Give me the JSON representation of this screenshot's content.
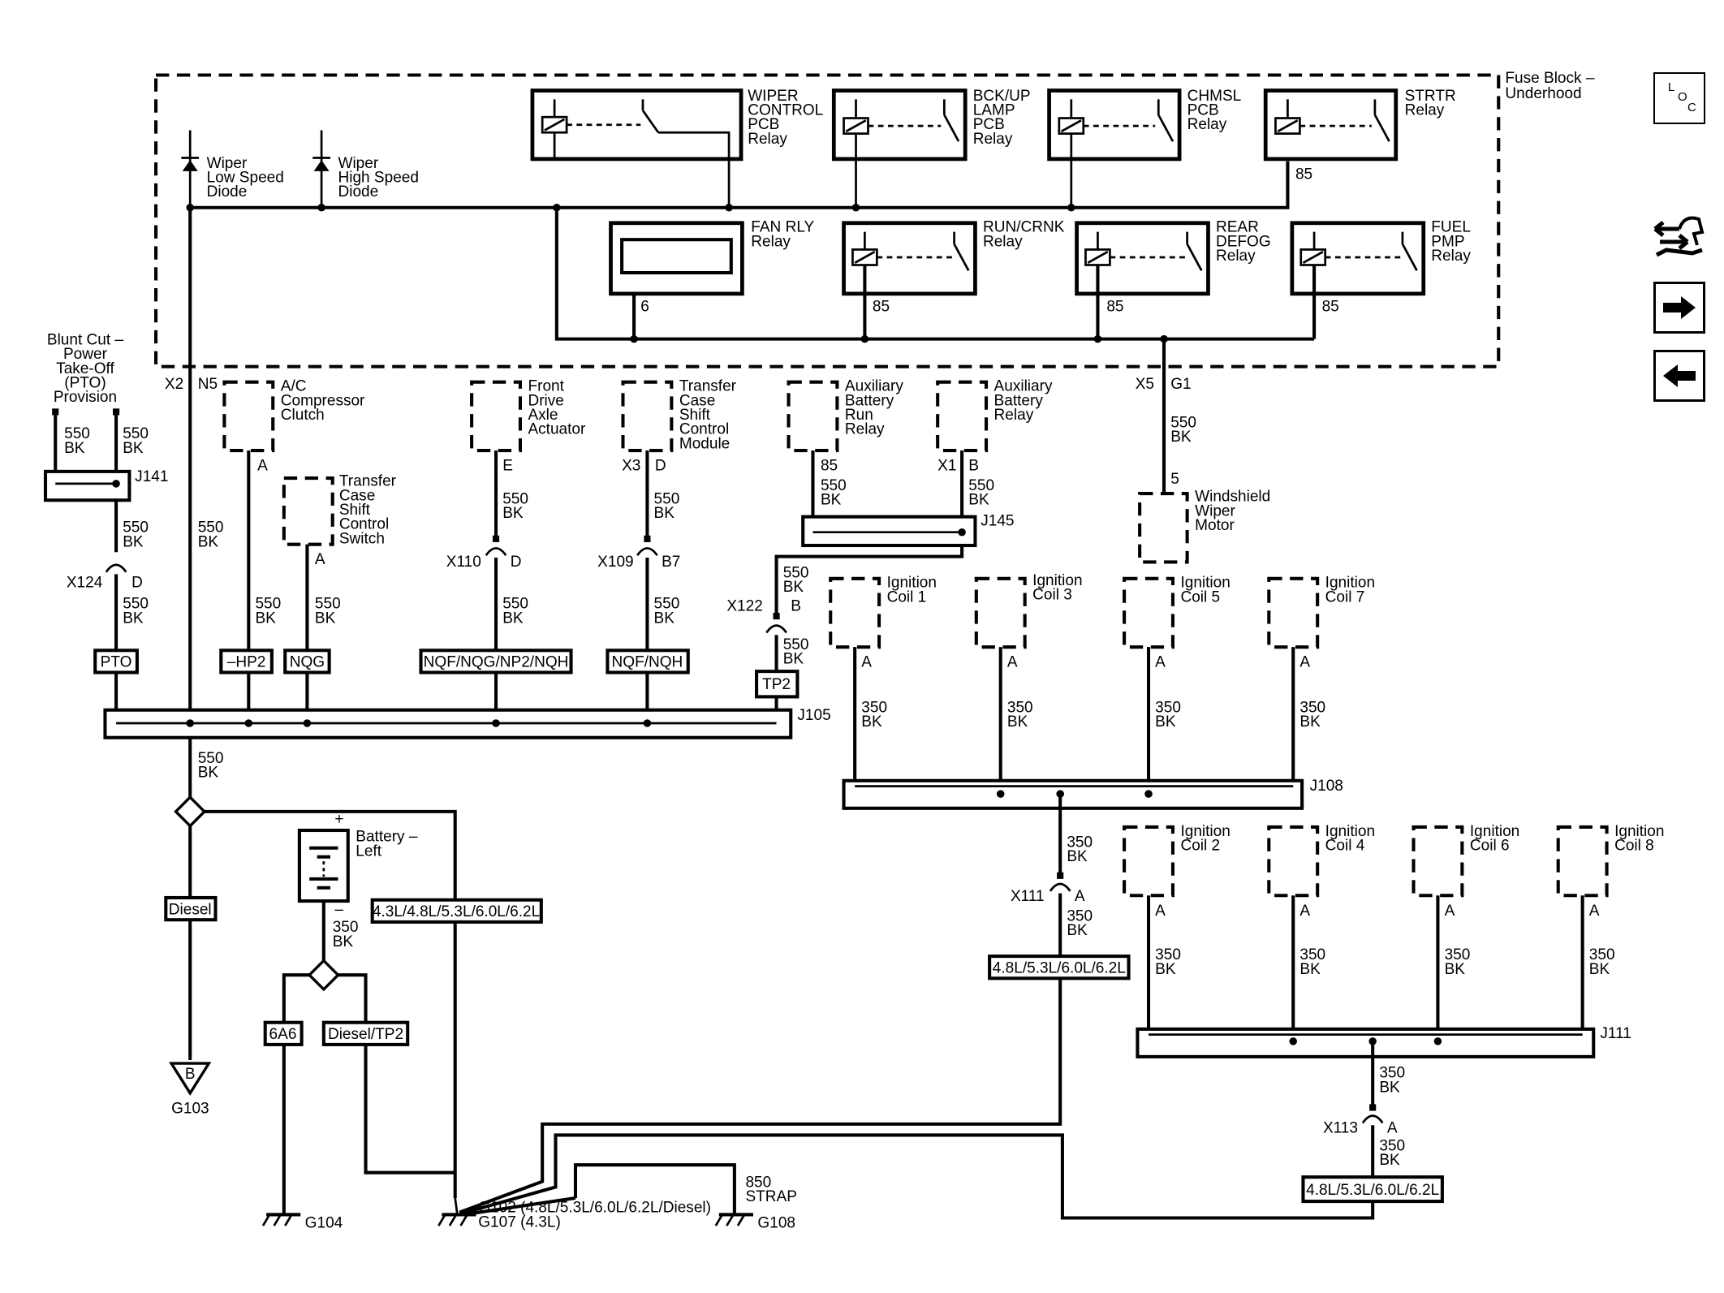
{
  "nav": {
    "loc_letters": [
      "L",
      "O",
      "C"
    ],
    "icons": [
      "routing-icon",
      "next-arrow-icon",
      "back-arrow-icon"
    ]
  },
  "fuse_block": [
    "Fuse Block –",
    "Underhood"
  ],
  "relays": {
    "wiper_control": [
      "WIPER",
      "CONTROL",
      "PCB",
      "Relay"
    ],
    "bck_up": [
      "BCK/UP",
      "LAMP",
      "PCB",
      "Relay"
    ],
    "chmsl": [
      "CHMSL",
      "PCB",
      "Relay"
    ],
    "strtr": [
      "STRTR",
      "Relay"
    ],
    "strtr_pin": "85",
    "fan": [
      "FAN RLY",
      "Relay"
    ],
    "fan_pin": "6",
    "run_crnk": [
      "RUN/CRNK",
      "Relay"
    ],
    "run_crnk_pin": "85",
    "rear_defog": [
      "REAR",
      "DEFOG",
      "Relay"
    ],
    "rear_defog_pin": "85",
    "fuel_pmp": [
      "FUEL",
      "PMP",
      "Relay"
    ],
    "fuel_pmp_pin": "85"
  },
  "diodes": {
    "low": [
      "Wiper",
      "Low Speed",
      "Diode"
    ],
    "high": [
      "Wiper",
      "High Speed",
      "Diode"
    ]
  },
  "pto": {
    "title": [
      "Blunt Cut –",
      "Power",
      "Take-Off",
      "(PTO)",
      "Provision"
    ],
    "wire_l": [
      "550",
      "BK"
    ],
    "wire_r": [
      "550",
      "BK"
    ],
    "splice": "J141",
    "wire_mid": [
      "550",
      "BK"
    ],
    "connector": "X124",
    "pin": "D",
    "wire_low": [
      "550",
      "BK"
    ],
    "option": "PTO"
  },
  "x2_label": "X2",
  "n5_label": "N5",
  "x2_wire": [
    "550",
    "BK"
  ],
  "ac_clutch": {
    "name": [
      "A/C",
      "Compressor",
      "Clutch"
    ],
    "pin": "A",
    "wire": [
      "550",
      "BK"
    ],
    "option": "–HP2"
  },
  "tcs_switch": {
    "name": [
      "Transfer",
      "Case",
      "Shift",
      "Control",
      "Switch"
    ],
    "pin": "A",
    "wire": [
      "550",
      "BK"
    ],
    "option": "NQG"
  },
  "fda": {
    "name": [
      "Front",
      "Drive",
      "Axle",
      "Actuator"
    ],
    "pin": "E",
    "wire1": [
      "550",
      "BK"
    ],
    "connector": "X110",
    "cpin": "D",
    "wire2": [
      "550",
      "BK"
    ],
    "option": "NQF/NQG/NP2/NQH"
  },
  "tcscm": {
    "name": [
      "Transfer",
      "Case",
      "Shift",
      "Control",
      "Module"
    ],
    "conn": "X3",
    "pin": "D",
    "wire1": [
      "550",
      "BK"
    ],
    "connector": "X109",
    "cpin": "B7",
    "wire2": [
      "550",
      "BK"
    ],
    "option": "NQF/NQH"
  },
  "abrr": {
    "name": [
      "Auxiliary",
      "Battery",
      "Run",
      "Relay"
    ],
    "pin": "85",
    "wire": [
      "550",
      "BK"
    ]
  },
  "abr": {
    "name": [
      "Auxiliary",
      "Battery",
      "Relay"
    ],
    "conn": "X1",
    "pin": "B",
    "wire": [
      "550",
      "BK"
    ]
  },
  "j145": "J145",
  "tp2": {
    "wire1": [
      "550",
      "BK"
    ],
    "connector": "X122",
    "cpin": "B",
    "wire2": [
      "550",
      "BK"
    ],
    "option": "TP2"
  },
  "j105": "J105",
  "x5_label": "X5",
  "g1_label": "G1",
  "x5_wire": [
    "550",
    "BK"
  ],
  "wiper_motor": {
    "pin": "5",
    "name": [
      "Windshield",
      "Wiper",
      "Motor"
    ]
  },
  "coils_top": [
    {
      "name": [
        "Ignition",
        "Coil 1"
      ],
      "pin": "A",
      "wire": [
        "350",
        "BK"
      ]
    },
    {
      "name": [
        "Ignition",
        "Coil 3"
      ],
      "pin": "A",
      "wire": [
        "350",
        "BK"
      ]
    },
    {
      "name": [
        "Ignition",
        "Coil 5"
      ],
      "pin": "A",
      "wire": [
        "350",
        "BK"
      ]
    },
    {
      "name": [
        "Ignition",
        "Coil 7"
      ],
      "pin": "A",
      "wire": [
        "350",
        "BK"
      ]
    }
  ],
  "j108": "J108",
  "x111": {
    "wire1": [
      "350",
      "BK"
    ],
    "connector": "X111",
    "cpin": "A",
    "wire2": [
      "350",
      "BK"
    ],
    "option": "4.8L/5.3L/6.0L/6.2L"
  },
  "coils_bottom": [
    {
      "name": [
        "Ignition",
        "Coil 2"
      ],
      "pin": "A",
      "wire": [
        "350",
        "BK"
      ]
    },
    {
      "name": [
        "Ignition",
        "Coil 4"
      ],
      "pin": "A",
      "wire": [
        "350",
        "BK"
      ]
    },
    {
      "name": [
        "Ignition",
        "Coil 6"
      ],
      "pin": "A",
      "wire": [
        "350",
        "BK"
      ]
    },
    {
      "name": [
        "Ignition",
        "Coil 8"
      ],
      "pin": "A",
      "wire": [
        "350",
        "BK"
      ]
    }
  ],
  "j111": "J111",
  "x113": {
    "wire1": [
      "350",
      "BK"
    ],
    "connector": "X113",
    "cpin": "A",
    "wire2": [
      "350",
      "BK"
    ],
    "option": "4.8L/5.3L/6.0L/6.2L"
  },
  "main_wire": [
    "550",
    "BK"
  ],
  "diesel_option": "Diesel",
  "g103": {
    "pin": "B",
    "ground": "G103"
  },
  "engine_option": "4.3L/4.8L/5.3L/6.0L/6.2L",
  "battery": {
    "name": [
      "Battery –",
      "Left"
    ],
    "plus": "+",
    "minus": "–",
    "wire": [
      "350",
      "BK"
    ]
  },
  "option_6a6": "6A6",
  "option_diesel_tp2": "Diesel/TP2",
  "g104": "G104",
  "g102": [
    "G102 (4.8L/5.3L/6.0L/6.2L/Diesel)",
    "G107 (4.3L)"
  ],
  "strap": [
    "850",
    "STRAP"
  ],
  "g108": "G108"
}
